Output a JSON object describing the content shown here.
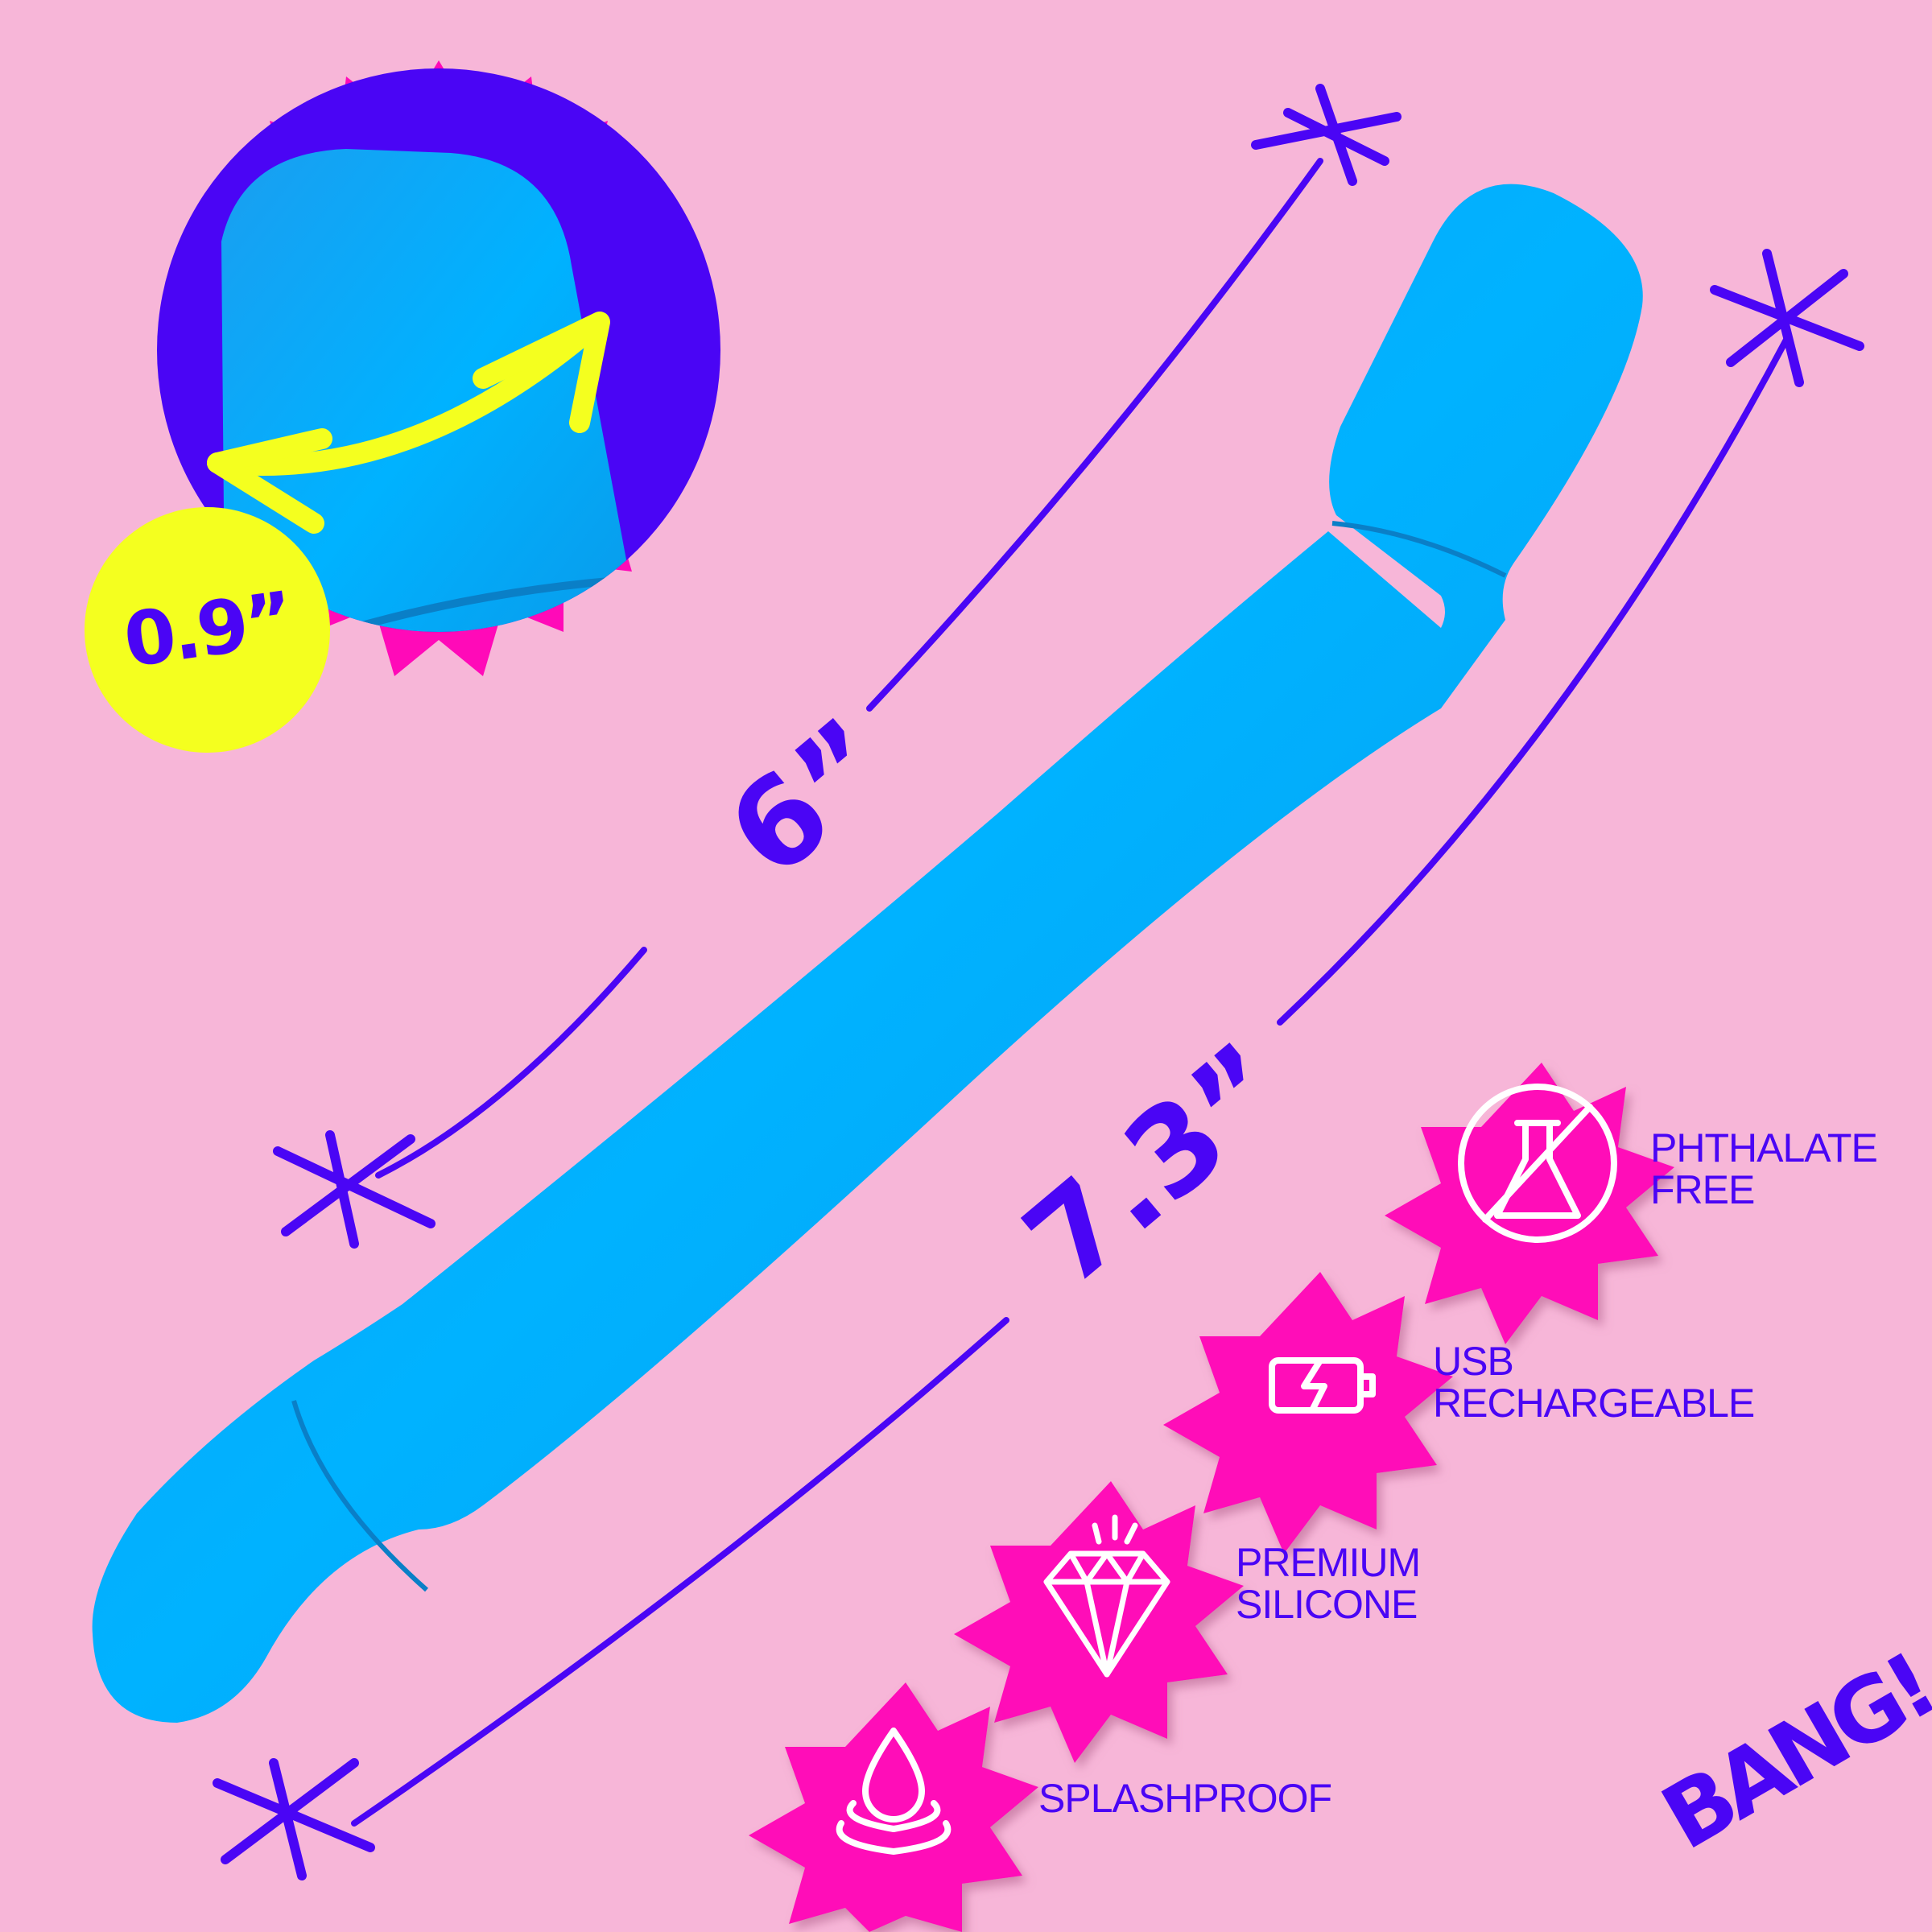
{
  "colors": {
    "background": "#f7b6d8",
    "magenta": "#ff0ab8",
    "violet": "#4a05f5",
    "product_blue": "#00aaf5",
    "yellow": "#f4ff1f"
  },
  "dimensions": {
    "diameter": "0.9”",
    "insertable_length": "6”",
    "total_length": "7.3”"
  },
  "features": [
    {
      "icon": "phthalate-free-icon",
      "line1": "PHTHALATE",
      "line2": "FREE"
    },
    {
      "icon": "battery-charging-icon",
      "line1": "USB",
      "line2": "RECHARGEABLE"
    },
    {
      "icon": "diamond-icon",
      "line1": "PREMIUM",
      "line2": "SILICONE"
    },
    {
      "icon": "water-drop-icon",
      "line1": "SPLASHPROOF",
      "line2": ""
    }
  ],
  "brand": {
    "logo_text": "BANG!",
    "trademark": "™"
  }
}
